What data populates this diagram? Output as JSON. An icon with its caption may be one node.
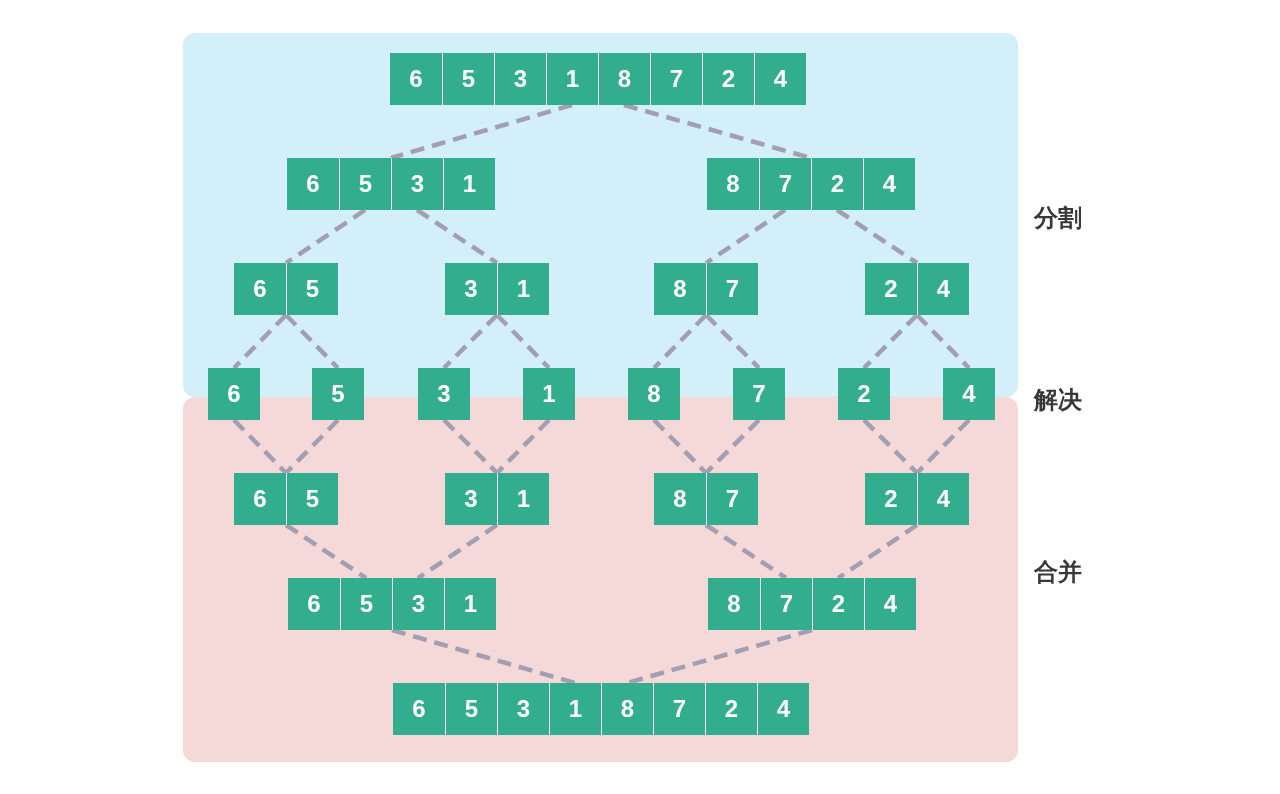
{
  "diagram": {
    "nodes": [
      {
        "text": [
          "6",
          "5",
          "3",
          "1",
          "8",
          "7",
          "2",
          "4"
        ]
      },
      {
        "text": [
          "6",
          "5",
          "3",
          "1"
        ]
      },
      {
        "text": [
          "8",
          "7",
          "2",
          "4"
        ]
      },
      {
        "text": [
          "6",
          "5"
        ]
      },
      {
        "text": [
          "3",
          "1"
        ]
      },
      {
        "text": [
          "8",
          "7"
        ]
      },
      {
        "text": [
          "2",
          "4"
        ]
      },
      {
        "text": [
          "6"
        ]
      },
      {
        "text": [
          "5"
        ]
      },
      {
        "text": [
          "3"
        ]
      },
      {
        "text": [
          "1"
        ]
      },
      {
        "text": [
          "8"
        ]
      },
      {
        "text": [
          "7"
        ]
      },
      {
        "text": [
          "2"
        ]
      },
      {
        "text": [
          "4"
        ]
      },
      {
        "text": [
          "6",
          "5"
        ]
      },
      {
        "text": [
          "3",
          "1"
        ]
      },
      {
        "text": [
          "8",
          "7"
        ]
      },
      {
        "text": [
          "2",
          "4"
        ]
      },
      {
        "text": [
          "6",
          "5",
          "3",
          "1"
        ]
      },
      {
        "text": [
          "8",
          "7",
          "2",
          "4"
        ]
      },
      {
        "text": [
          "6",
          "5",
          "3",
          "1",
          "8",
          "7",
          "2",
          "4"
        ]
      }
    ],
    "edges": [
      {
        "from": 0,
        "to": 1,
        "arrow": "none",
        "style": "dashed"
      },
      {
        "from": 0,
        "to": 2,
        "arrow": "none",
        "style": "dashed"
      },
      {
        "from": 1,
        "to": 3,
        "arrow": "none",
        "style": "dashed"
      },
      {
        "from": 1,
        "to": 4,
        "arrow": "none",
        "style": "dashed"
      },
      {
        "from": 2,
        "to": 5,
        "arrow": "none",
        "style": "dashed"
      },
      {
        "from": 2,
        "to": 6,
        "arrow": "none",
        "style": "dashed"
      },
      {
        "from": 3,
        "to": 7,
        "arrow": "none",
        "style": "dashed"
      },
      {
        "from": 3,
        "to": 8,
        "arrow": "none",
        "style": "dashed"
      },
      {
        "from": 4,
        "to": 9,
        "arrow": "none",
        "style": "dashed"
      },
      {
        "from": 4,
        "to": 10,
        "arrow": "none",
        "style": "dashed"
      },
      {
        "from": 5,
        "to": 11,
        "arrow": "none",
        "style": "dashed"
      },
      {
        "from": 5,
        "to": 12,
        "arrow": "none",
        "style": "dashed"
      },
      {
        "from": 6,
        "to": 13,
        "arrow": "none",
        "style": "dashed"
      },
      {
        "from": 6,
        "to": 14,
        "arrow": "none",
        "style": "dashed"
      },
      {
        "from": 7,
        "to": 15,
        "arrow": "none",
        "style": "dashed"
      },
      {
        "from": 8,
        "to": 15,
        "arrow": "none",
        "style": "dashed"
      },
      {
        "from": 9,
        "to": 16,
        "arrow": "none",
        "style": "dashed"
      },
      {
        "from": 10,
        "to": 16,
        "arrow": "none",
        "style": "dashed"
      },
      {
        "from": 11,
        "to": 17,
        "arrow": "none",
        "style": "dashed"
      },
      {
        "from": 12,
        "to": 17,
        "arrow": "none",
        "style": "dashed"
      },
      {
        "from": 13,
        "to": 18,
        "arrow": "none",
        "style": "dashed"
      },
      {
        "from": 14,
        "to": 18,
        "arrow": "none",
        "style": "dashed"
      },
      {
        "from": 15,
        "to": 19,
        "arrow": "none",
        "style": "dashed"
      },
      {
        "from": 16,
        "to": 19,
        "arrow": "none",
        "style": "dashed"
      },
      {
        "from": 17,
        "to": 20,
        "arrow": "none",
        "style": "dashed"
      },
      {
        "from": 18,
        "to": 20,
        "arrow": "none",
        "style": "dashed"
      },
      {
        "from": 19,
        "to": 21,
        "arrow": "none",
        "style": "dashed"
      },
      {
        "from": 20,
        "to": 21,
        "arrow": "none",
        "style": "dashed"
      }
    ],
    "labels": [
      "分割",
      "解决",
      "合并"
    ]
  }
}
